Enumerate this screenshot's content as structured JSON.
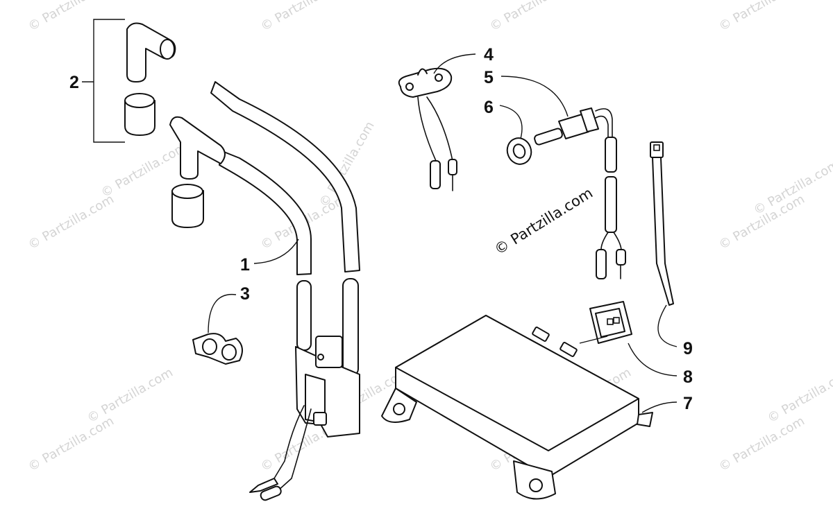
{
  "diagram": {
    "watermark_text": "© Partzilla.com",
    "center_watermark_text": "© Partzilla.com",
    "callouts": [
      "1",
      "2",
      "3",
      "4",
      "5",
      "6",
      "7",
      "8",
      "9"
    ]
  }
}
